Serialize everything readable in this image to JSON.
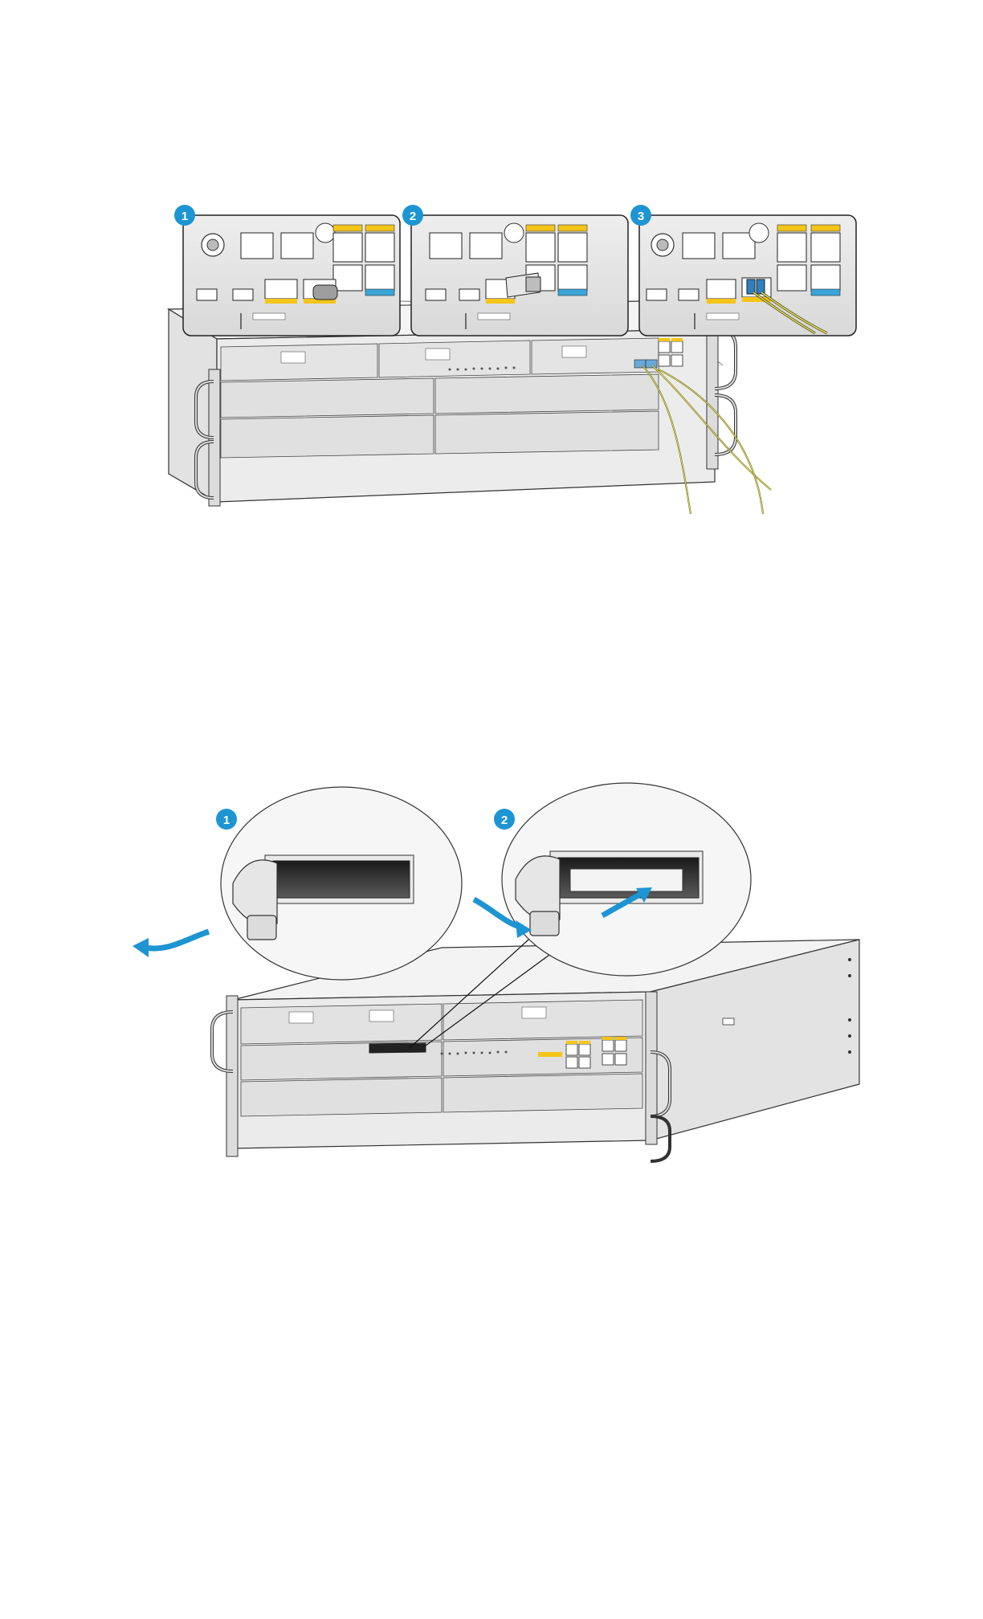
{
  "figures": [
    {
      "id": "sfp-module-and-fiber-installation",
      "steps": [
        {
          "label": "1"
        },
        {
          "label": "2"
        },
        {
          "label": "3"
        }
      ]
    },
    {
      "id": "expansion-slot-filler-panel-installation",
      "steps": [
        {
          "label": "1"
        },
        {
          "label": "2"
        }
      ]
    }
  ],
  "colors": {
    "step_badge": "#1d95d3",
    "port_label_yellow": "#f5c518",
    "port_label_blue": "#3aa5d8",
    "fiber_cable": "#e8e23a",
    "chassis_outline": "#333333",
    "chassis_fill": "#e9e9e9",
    "arrow_blue": "#1d95d3"
  },
  "icons": [
    "step-badge-icon",
    "curved-arrow-icon",
    "straight-arrow-icon",
    "sfp-transceiver-icon",
    "fiber-cable-icon",
    "rj45-port-icon",
    "usb-port-icon",
    "grounding-screw-icon"
  ]
}
